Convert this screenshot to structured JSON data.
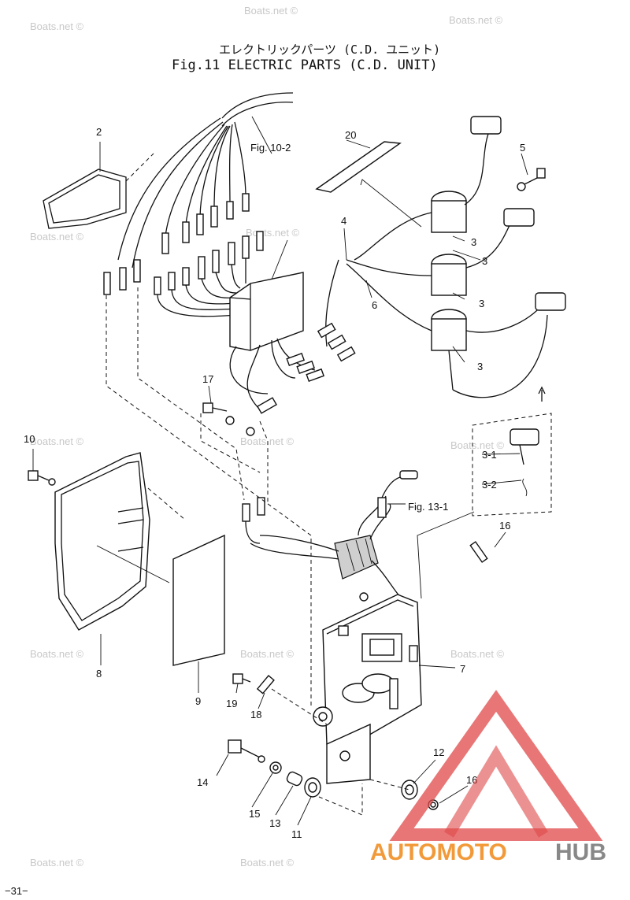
{
  "title": {
    "jp": "エレクトリックパーツ (C.D. ユニット)",
    "en": "Fig.11 ELECTRIC PARTS (C.D. UNIT)"
  },
  "refs": {
    "fig10": "Fig. 10-2",
    "fig13": "Fig. 13-1"
  },
  "labels": {
    "p2": "2",
    "p20": "20",
    "p5": "5",
    "p4": "4",
    "p6": "6",
    "p3a": "3",
    "p3b": "3",
    "p3c": "3",
    "p3d": "3",
    "p17": "17",
    "p10": "10",
    "p31": "3-1",
    "p32": "3-2",
    "p16a": "16",
    "p8": "8",
    "p7": "7",
    "p9": "9",
    "p19": "19",
    "p18": "18",
    "p12": "12",
    "p16b": "16",
    "p14": "14",
    "p15": "15",
    "p13": "13",
    "p11": "11"
  },
  "page_number": "−31−",
  "watermark_text": "Boats.net ©",
  "logo": {
    "text_a": "AUTOMOTO",
    "text_b": "HUB",
    "color_red": "#e04848",
    "color_orange": "#f29a3a",
    "color_gray": "#888888"
  }
}
